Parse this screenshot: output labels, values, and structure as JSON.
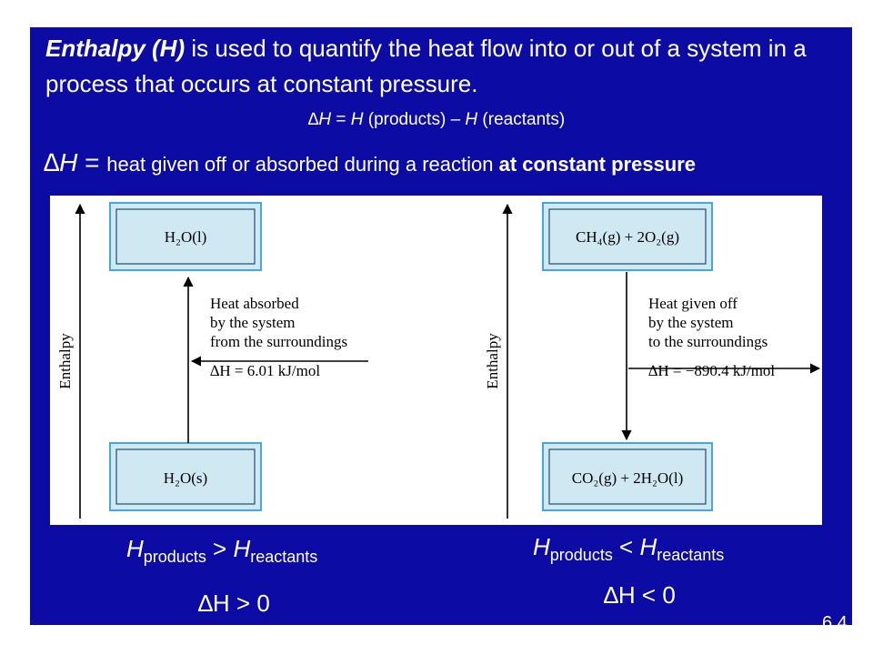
{
  "intro": {
    "term": "Enthalpy (H)",
    "text": " is used to quantify the heat flow into or out of a system in a process that occurs at constant pressure."
  },
  "equation1": {
    "delta_h": "∆H",
    "middle": " = ",
    "h1": "H",
    "products": " (products) – ",
    "h2": "H",
    "reactants": " (reactants)"
  },
  "equation2": {
    "delta_h": "∆H",
    "eq": " = ",
    "text": "heat given off or absorbed during a reaction ",
    "bold": "at constant pressure"
  },
  "diagram_left": {
    "axis_label": "Enthalpy",
    "top_box": "H₂O(l)",
    "bottom_box": "H₂O(s)",
    "note_line1": "Heat absorbed",
    "note_line2": "by the system",
    "note_line3": "from the surroundings",
    "note_line4": "∆H = 6.01 kJ/mol"
  },
  "diagram_right": {
    "axis_label": "Enthalpy",
    "top_box": "CH₄(g) + 2O₂(g)",
    "bottom_box": "CO₂(g) + 2H₂O(l)",
    "note_line1": "Heat given off",
    "note_line2": "by the system",
    "note_line3": "to the surroundings",
    "note_line4": "∆H = −890.4 kJ/mol"
  },
  "caption_left": {
    "h1": "H",
    "sub1": "products",
    "op": " > ",
    "h2": "H",
    "sub2": "reactants",
    "delta": "∆H > 0"
  },
  "caption_right": {
    "h1": "H",
    "sub1": "products",
    "op": " < ",
    "h2": "H",
    "sub2": "reactants",
    "delta": "∆H < 0"
  },
  "page_number": "6.4"
}
